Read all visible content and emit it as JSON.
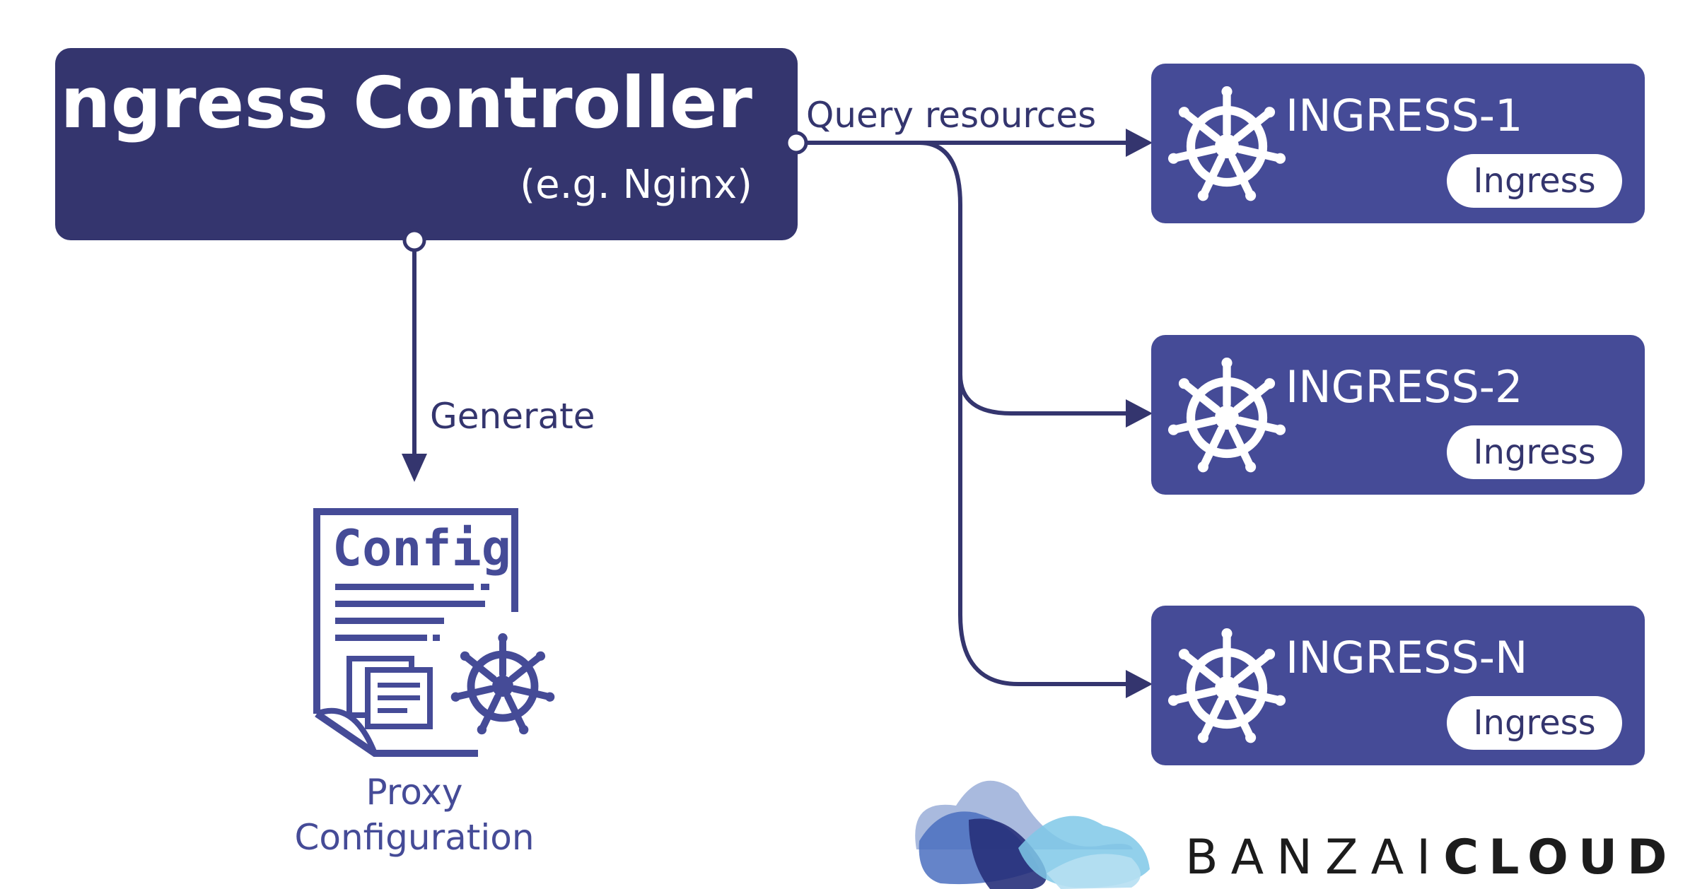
{
  "controller": {
    "title": "Ingress Controller",
    "subtitle": "(e.g. Nginx)"
  },
  "edges": {
    "query_label": "Query resources",
    "generate_label": "Generate"
  },
  "ingresses": [
    {
      "name": "INGRESS-1",
      "badge": "Ingress",
      "icon": "kubernetes-helm-icon"
    },
    {
      "name": "INGRESS-2",
      "badge": "Ingress",
      "icon": "kubernetes-helm-icon"
    },
    {
      "name": "INGRESS-N",
      "badge": "Ingress",
      "icon": "kubernetes-helm-icon"
    }
  ],
  "config": {
    "doc_title": "Config",
    "caption_line1": "Proxy",
    "caption_line2": "Configuration",
    "icon": "config-document-icon"
  },
  "logo": {
    "word_light": "BANZAI",
    "word_bold": "CLOUD",
    "icon": "banzai-cloud-logo-icon"
  },
  "colors": {
    "controller_fill": "#34356e",
    "ingress_fill": "#454b97",
    "line": "#34356e",
    "config": "#454b97"
  }
}
